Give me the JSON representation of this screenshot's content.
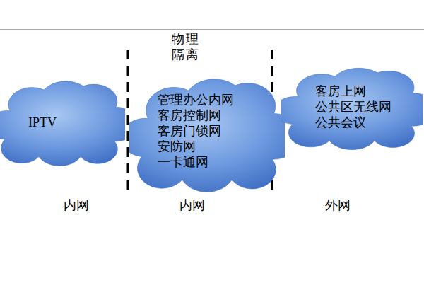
{
  "diagram": {
    "nodes": [
      {
        "text": [
          "IPTV"
        ]
      },
      {
        "text": [
          "管理办公内网",
          "客房控制网",
          "客房门锁网",
          "安防网",
          "一卡通网"
        ]
      },
      {
        "text": [
          "客房上网",
          "公共区无线网",
          "公共会议"
        ]
      }
    ],
    "labels": [
      "物理 隔离",
      "内网",
      "内网",
      "外网"
    ]
  }
}
